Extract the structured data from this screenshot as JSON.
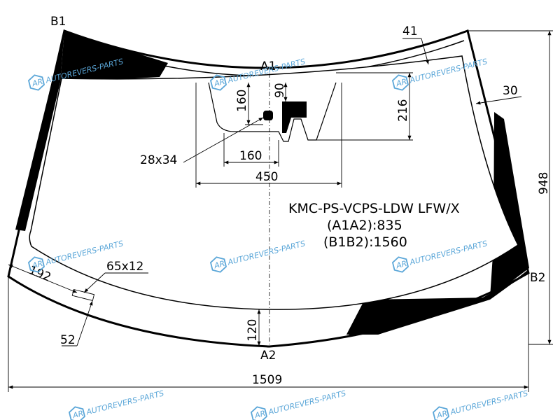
{
  "part_code": "KMC-PS-VCPS-LDW LFW/X",
  "a1a2": "(A1A2):835",
  "b1b2": "(B1B2):1560",
  "points": {
    "b1": "B1",
    "b2": "B2",
    "a1": "A1",
    "a2": "A2"
  },
  "dims": {
    "d41": "41",
    "d30": "30",
    "d948": "948",
    "d1509": "1509",
    "d160_v": "160",
    "d90": "90",
    "d216": "216",
    "d160_h": "160",
    "d450": "450",
    "d28x34": "28x34",
    "d65x12": "65x12",
    "d192": "192",
    "d52": "52",
    "d120": "120"
  },
  "watermark": "AUTOREVERS-PARTS",
  "watermark_badge": "AR",
  "colors": {
    "line": "#000000",
    "watermark": "#5aa6d8"
  }
}
